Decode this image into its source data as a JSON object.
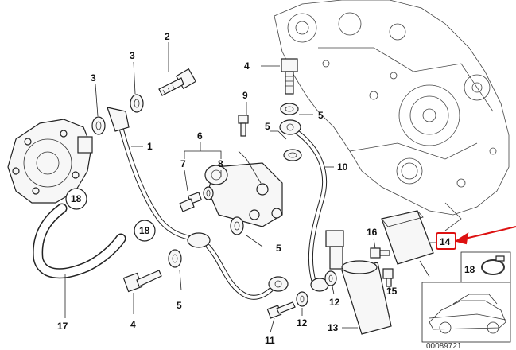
{
  "labels": {
    "p1": "1",
    "p2": "2",
    "p3a": "3",
    "p3b": "3",
    "p4a": "4",
    "p4b": "4",
    "p5a": "5",
    "p5b": "5",
    "p5c": "5",
    "p5d": "5",
    "p6": "6",
    "p7": "7",
    "p8": "8",
    "p9": "9",
    "p10": "10",
    "p11": "11",
    "p12a": "12",
    "p12b": "12",
    "p13": "13",
    "p14": "14",
    "p15": "15",
    "p16": "16",
    "p17": "17",
    "p18a": "18",
    "p18b": "18",
    "p18c": "18"
  },
  "reference_code": "00089721",
  "colors": {
    "callout": "#dd1111",
    "lines": "#222222"
  }
}
